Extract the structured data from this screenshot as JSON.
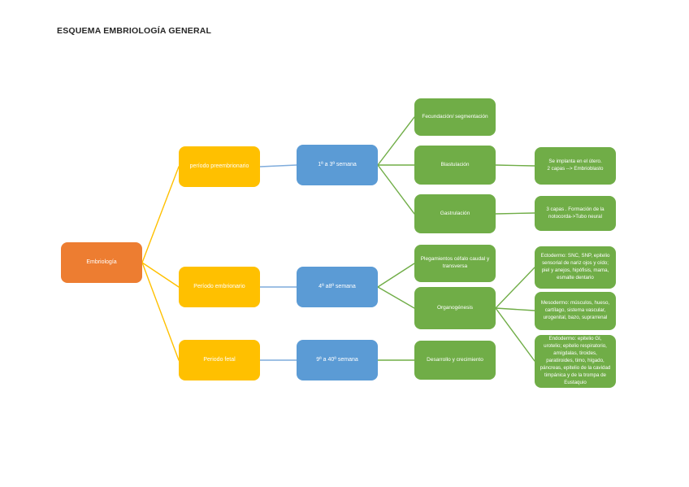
{
  "page": {
    "title": "ESQUEMA EMBRIOLOGÍA GENERAL"
  },
  "palette": {
    "root_orange": "#ED7D31",
    "period_yellow": "#FFC000",
    "week_blue": "#5B9BD5",
    "process_green": "#70AD47",
    "node_text": "#FFFFFF",
    "title_text": "#262626",
    "background": "#FFFFFF"
  },
  "nodes": {
    "embriologia": {
      "label": "Embriología"
    },
    "preembrionario": {
      "label": "período preembrionario"
    },
    "embrionario": {
      "label": "Período embrionario"
    },
    "fetal": {
      "label": "Periodo fetal"
    },
    "semana_1_3": {
      "label": "1ª a 3ª semana"
    },
    "semana_4_8": {
      "label": "4ª a8ª semana"
    },
    "semana_9_40": {
      "label": "9ª a 40ª semana"
    },
    "fecundacion": {
      "label": "Fecundación/ segmentación"
    },
    "blastulacion": {
      "label": "Blastulación"
    },
    "gastrulacion": {
      "label": "Gastrulación"
    },
    "plegamientos": {
      "label": "Plegamientos céfalo caudal y transversa"
    },
    "organogenesis": {
      "label": "Organogénesis"
    },
    "desarrollo": {
      "label": "Desarrollo y crecimiento"
    },
    "implantacion": {
      "label": "Se implanta en el útero.\n2 capas --> Embrioblasto"
    },
    "tres_capas": {
      "label": "3 capas . Formación de la notocorda->Tubo neural"
    },
    "ectodermo": {
      "label": "Ectodermo: SNC, SNP, epitelio sensorial de nariz ojos y oído; piel y anejos, hipófisis, mama, esmalte dentario"
    },
    "mesodermo": {
      "label": "Mesodermo: músculos, hueso, cartílago, sistema vascular, urogenital, bazo, suprarrenal"
    },
    "endodermo": {
      "label": "Endodermo: epitelio GI, urotelio; epitelio respiratorio, amígdalas, tiroides, paratiroides, timo, hígado, páncreas, epitelio de la cavidad timpánica y de la trompa de Eustaquio"
    }
  },
  "connections": [
    {
      "from": "embriologia",
      "to": "preembrionario"
    },
    {
      "from": "embriologia",
      "to": "embrionario"
    },
    {
      "from": "embriologia",
      "to": "fetal"
    },
    {
      "from": "preembrionario",
      "to": "semana_1_3"
    },
    {
      "from": "embrionario",
      "to": "semana_4_8"
    },
    {
      "from": "fetal",
      "to": "semana_9_40"
    },
    {
      "from": "semana_1_3",
      "to": "fecundacion"
    },
    {
      "from": "semana_1_3",
      "to": "blastulacion"
    },
    {
      "from": "semana_1_3",
      "to": "gastrulacion"
    },
    {
      "from": "semana_4_8",
      "to": "plegamientos"
    },
    {
      "from": "semana_4_8",
      "to": "organogenesis"
    },
    {
      "from": "semana_9_40",
      "to": "desarrollo"
    },
    {
      "from": "blastulacion",
      "to": "implantacion"
    },
    {
      "from": "gastrulacion",
      "to": "tres_capas"
    },
    {
      "from": "organogenesis",
      "to": "ectodermo"
    },
    {
      "from": "organogenesis",
      "to": "mesodermo"
    },
    {
      "from": "organogenesis",
      "to": "endodermo"
    }
  ]
}
